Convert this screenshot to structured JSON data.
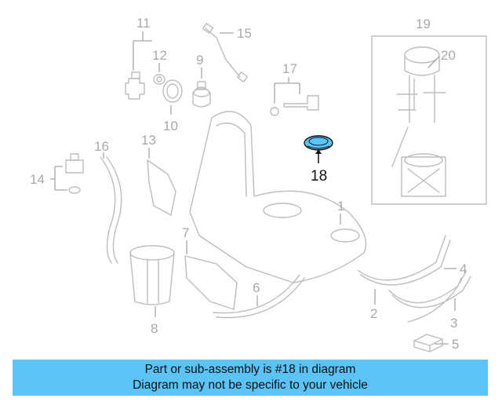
{
  "callouts": {
    "c1": "1",
    "c2": "2",
    "c3": "3",
    "c4": "4",
    "c5": "5",
    "c6": "6",
    "c7": "7",
    "c8": "8",
    "c9": "9",
    "c10": "10",
    "c11": "11",
    "c12": "12",
    "c13": "13",
    "c14": "14",
    "c15": "15",
    "c16": "16",
    "c17": "17",
    "c18": "18",
    "c19": "19",
    "c20": "20"
  },
  "highlight": {
    "part": "18",
    "color": "#5bc3f5"
  },
  "banner": {
    "line1": "Part or sub-assembly is #18 in diagram",
    "line2": "Diagram may not be specific to your vehicle"
  }
}
